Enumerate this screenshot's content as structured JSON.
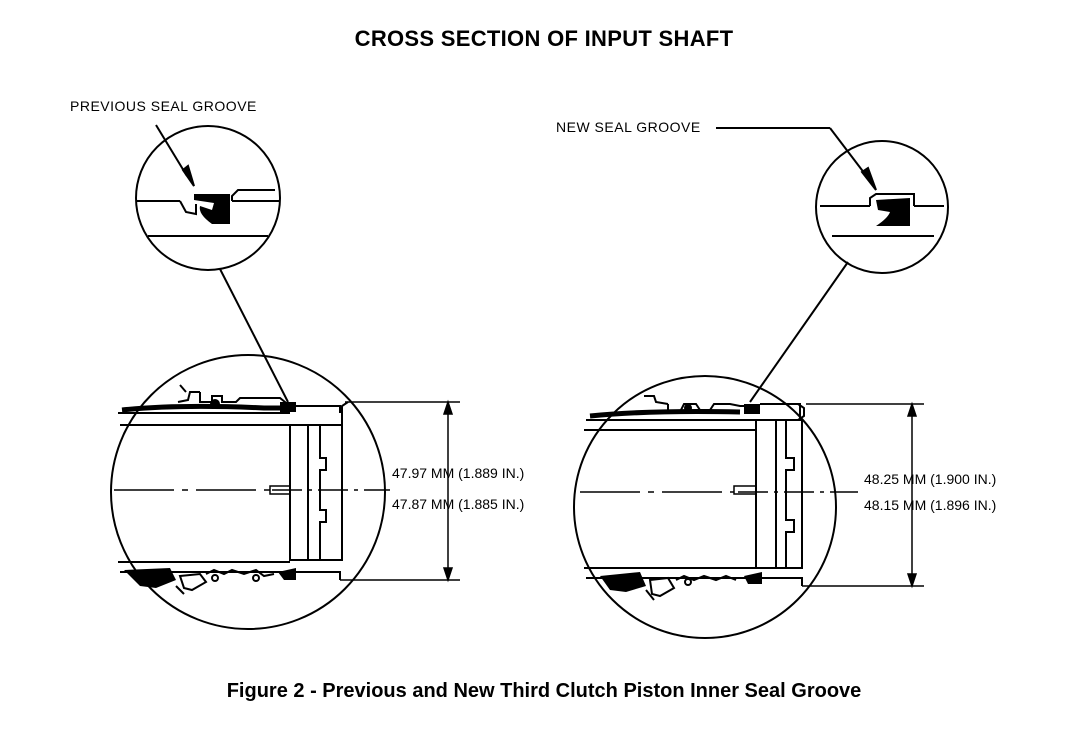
{
  "title": "CROSS SECTION OF INPUT SHAFT",
  "left": {
    "callout_label": "PREVIOUS SEAL GROOVE",
    "dim_max": "47.97 MM (1.889 IN.)",
    "dim_min": "47.87 MM (1.885 IN.)"
  },
  "right": {
    "callout_label": "NEW SEAL GROOVE",
    "dim_max": "48.25 MM (1.900 IN.)",
    "dim_min": "48.15 MM (1.896 IN.)"
  },
  "caption": "Figure 2 - Previous and New Third Clutch Piston Inner Seal Groove"
}
